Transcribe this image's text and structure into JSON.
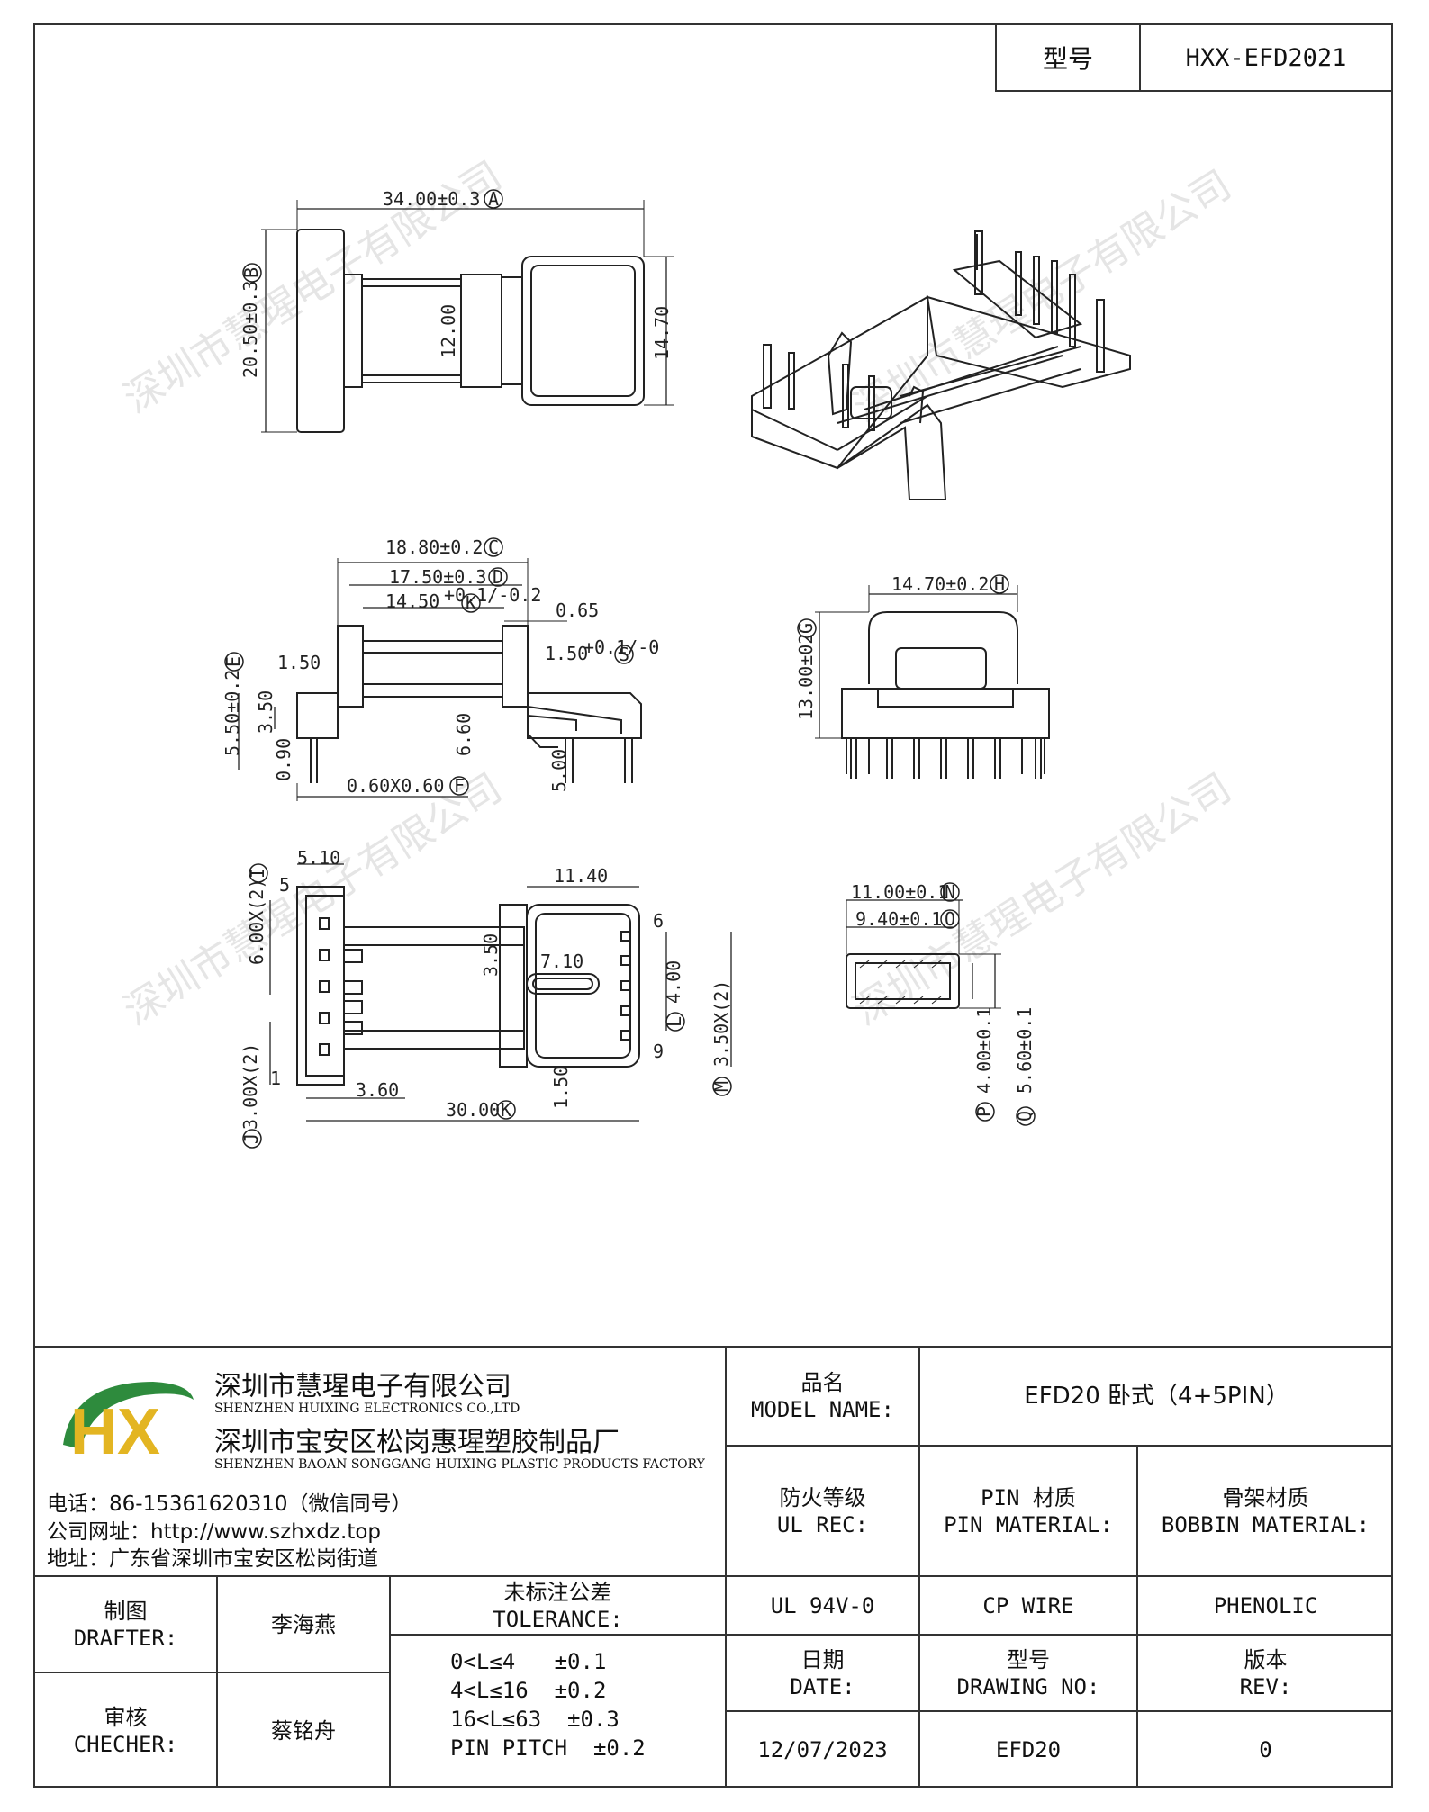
{
  "header": {
    "model_label": "型号",
    "model_value": "HXX-EFD2021"
  },
  "dimensions": {
    "top_view": {
      "length": "34.00±0.3",
      "length_tag": "A",
      "height": "20.50±0.3",
      "height_tag": "B",
      "core": "12.00",
      "flange": "14.70"
    },
    "side_view": {
      "d_c": "18.80±0.2",
      "tag_c": "C",
      "d_d": "17.50±0.3",
      "tag_d": "D",
      "d_k": "14.50",
      "d_k_tol": "+0.1/-0.2",
      "tag_k": "K",
      "d_065": "0.65",
      "d_s": "1.50",
      "d_s_tol": "+0.1/-0",
      "tag_s": "S",
      "d_150": "1.50",
      "d_e": "5.50±0.2",
      "tag_e": "E",
      "d_350": "3.50",
      "d_660": "6.60",
      "d_090": "0.90",
      "d_f": "0.60X0.60",
      "tag_f": "F",
      "d_500": "5.00"
    },
    "end_view": {
      "d_h": "14.70±0.2",
      "tag_h": "H",
      "d_g": "13.00±02",
      "tag_g": "G"
    },
    "bottom_view": {
      "d_510": "5.10",
      "pin5": "5",
      "pin6": "6",
      "pin9": "9",
      "pin1": "1",
      "d_i": "6.00X(2)",
      "tag_i": "I",
      "d_1140": "11.40",
      "d_350": "3.50",
      "d_710": "7.10",
      "d_l": "4.00",
      "tag_l": "L",
      "d_m": "3.50X(2)",
      "tag_m": "M",
      "d_j": "3.00X(2)",
      "tag_j": "J",
      "d_360": "3.60",
      "d_k": "30.00",
      "tag_k": "K",
      "d_150": "1.50"
    },
    "section_view": {
      "d_n": "11.00±0.1",
      "tag_n": "N",
      "d_o": "9.40±0.1",
      "tag_o": "O",
      "d_p": "4.00±0.1",
      "tag_p": "P",
      "d_q": "5.60±0.1",
      "tag_q": "Q"
    }
  },
  "watermark": "深圳市慧瑆电子有限公司",
  "company": {
    "logo_text": "HX",
    "name_cn": "深圳市慧瑆电子有限公司",
    "name_en": "SHENZHEN HUIXING ELECTRONICS CO.,LTD",
    "factory_cn": "深圳市宝安区松岗惠瑆塑胶制品厂",
    "factory_en": "SHENZHEN BAOAN SONGGANG HUIXING PLASTIC PRODUCTS FACTORY",
    "phone": "电话：86-15361620310（微信同号）",
    "website": "公司网址：http://www.szhxdz.top",
    "address": "地址：广东省深圳市宝安区松岗街道"
  },
  "title_block": {
    "model_name_cn": "品名",
    "model_name_en": "MODEL NAME:",
    "model_name_value": "EFD20 卧式（4+5PIN）",
    "ul_cn": "防火等级",
    "ul_en": "UL REC:",
    "ul_value": "UL 94V-0",
    "pin_cn": "PIN 材质",
    "pin_en": "PIN MATERIAL:",
    "pin_value": "CP WIRE",
    "bobbin_cn": "骨架材质",
    "bobbin_en": "BOBBIN MATERIAL:",
    "bobbin_value": "PHENOLIC",
    "drafter_cn": "制图",
    "drafter_en": "DRAFTER:",
    "drafter_value": "李海燕",
    "checker_cn": "审核",
    "checker_en": "CHECHER:",
    "checker_value": "蔡铭舟",
    "tolerance_cn": "未标注公差",
    "tolerance_en": "TOLERANCE:",
    "tolerance_lines": [
      "0<L≤4   ±0.1",
      "4<L≤16  ±0.2",
      "16<L≤63  ±0.3",
      "PIN PITCH  ±0.2"
    ],
    "date_cn": "日期",
    "date_en": "DATE:",
    "date_value": "12/07/2023",
    "drawing_cn": "型号",
    "drawing_en": "DRAWING NO:",
    "drawing_value": "EFD20",
    "rev_cn": "版本",
    "rev_en": "REV:",
    "rev_value": "0"
  }
}
